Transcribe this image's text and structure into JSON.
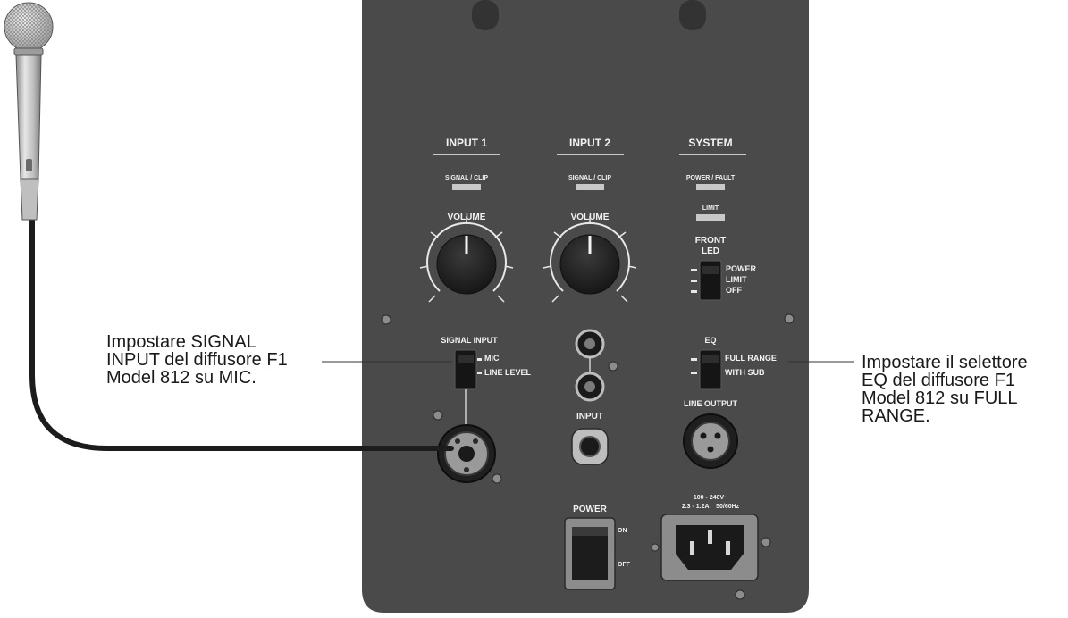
{
  "panel": {
    "sections": {
      "input1": "INPUT 1",
      "input2": "INPUT 2",
      "system": "SYSTEM"
    },
    "indicators": {
      "input1_signal_clip": "SIGNAL / CLIP",
      "input2_signal_clip": "SIGNAL / CLIP",
      "power_fault": "POWER / FAULT",
      "limit": "LIMIT"
    },
    "knobs": {
      "input1_volume": "VOLUME",
      "input2_volume": "VOLUME"
    },
    "front_led": {
      "title_line1": "FRONT",
      "title_line2": "LED",
      "options": [
        "POWER",
        "LIMIT",
        "OFF"
      ]
    },
    "signal_input": {
      "title": "SIGNAL INPUT",
      "options": [
        "MIC",
        "LINE LEVEL"
      ],
      "selected": "MIC"
    },
    "eq": {
      "title": "EQ",
      "options": [
        "FULL RANGE",
        "WITH SUB"
      ],
      "selected": "FULL RANGE"
    },
    "input_jack_label": "INPUT",
    "line_output_label": "LINE OUTPUT",
    "power": {
      "title": "POWER",
      "on": "ON",
      "off": "OFF"
    },
    "mains_rating": {
      "line1": "100 - 240V~",
      "line2": "2.3 - 1.2A    50/60Hz"
    }
  },
  "callouts": {
    "left": "Impostare SIGNAL\nINPUT del diffusore F1\nModel 812 su MIC.",
    "right": "Impostare il selettore\nEQ del diffusore F1\nModel 812 su FULL\nRANGE."
  },
  "colors": {
    "panel": "#4a4a4a",
    "panel_text": "#f2f2f2",
    "knob": "#1e1e1e",
    "led": "#c8c8c8",
    "cable": "#1c1c1c"
  }
}
